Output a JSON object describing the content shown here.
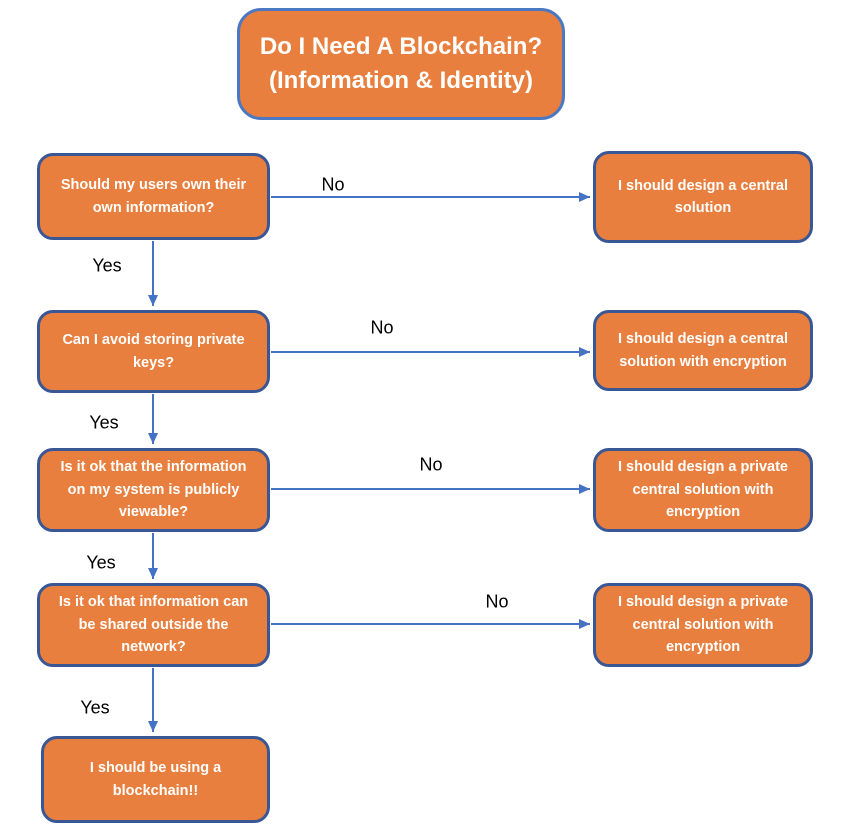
{
  "title": {
    "line1": "Do I Need A Blockchain?",
    "line2": "(Information & Identity)"
  },
  "nodes": {
    "q1": {
      "text": "Should my users own their own information?"
    },
    "q2": {
      "text": "Can I avoid storing private keys?"
    },
    "q3": {
      "text": "Is it ok that the information on my system is publicly viewable?"
    },
    "q4": {
      "text": "Is it ok that information can be shared outside the network?"
    },
    "end": {
      "text": "I should be using a blockchain!!"
    },
    "a1": {
      "text": "I should design a central solution"
    },
    "a2": {
      "text": "I should design a central solution with encryption"
    },
    "a3": {
      "text": "I should design a private central solution with encryption"
    },
    "a4": {
      "text": "I should design a private central solution with encryption"
    }
  },
  "edges": [
    {
      "from": "q1",
      "to": "a1",
      "label": "No"
    },
    {
      "from": "q1",
      "to": "q2",
      "label": "Yes"
    },
    {
      "from": "q2",
      "to": "a2",
      "label": "No"
    },
    {
      "from": "q2",
      "to": "q3",
      "label": "Yes"
    },
    {
      "from": "q3",
      "to": "a3",
      "label": "No"
    },
    {
      "from": "q3",
      "to": "q4",
      "label": "Yes"
    },
    {
      "from": "q4",
      "to": "a4",
      "label": "No"
    },
    {
      "from": "q4",
      "to": "end",
      "label": "Yes"
    }
  ],
  "colors": {
    "box-fill": "#E87F3E",
    "box-border": "#3A5795",
    "title-border": "#4A78C2",
    "arrow": "#4472C4",
    "box-text": "#FFFFFF",
    "label-text": "#000000",
    "background": "#FFFFFF"
  }
}
